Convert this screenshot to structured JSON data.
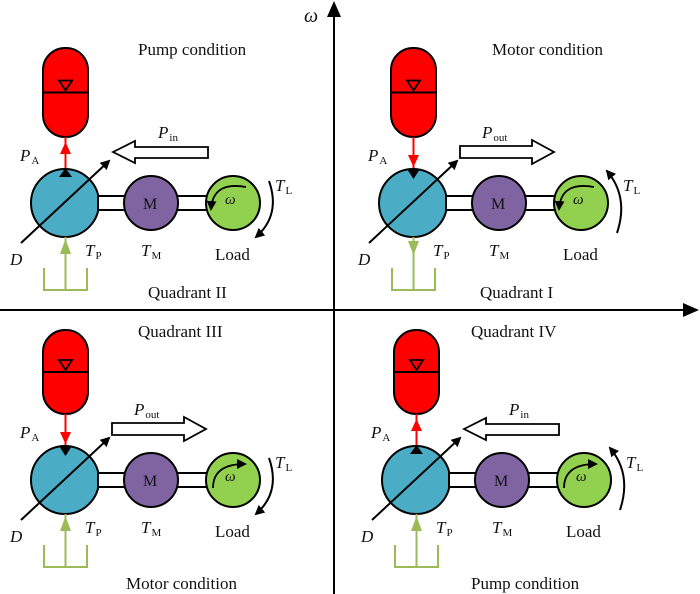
{
  "axes": {
    "vertical_label": "ω",
    "horizontal_label": ""
  },
  "colors": {
    "accumulator": "#ff0000",
    "pump": "#4bacc6",
    "motor": "#8064a2",
    "load": "#92d050",
    "tank": "#9bbb59",
    "pipe_pressure": "#ff0000",
    "stroke": "#000000"
  },
  "quadrants": [
    {
      "id": "II",
      "top_label": "Pump condition",
      "bottom_label": "Quadrant II",
      "power_symbol": "P",
      "power_sub": "in",
      "power_direction": "left",
      "pressure_flow": "up",
      "tank_flow": "up",
      "omega_direction": "ccw",
      "torque_direction": "down",
      "labels": {
        "pa": "P",
        "pa_sub": "A",
        "d": "D",
        "tp": "T",
        "tp_sub": "P",
        "tm": "T",
        "tm_sub": "M",
        "motor": "M",
        "omega": "ω",
        "tl": "T",
        "tl_sub": "L",
        "load": "Load"
      }
    },
    {
      "id": "I",
      "top_label": "Motor condition",
      "bottom_label": "Quadrant I",
      "power_symbol": "P",
      "power_sub": "out",
      "power_direction": "right",
      "pressure_flow": "down",
      "tank_flow": "down",
      "omega_direction": "ccw",
      "torque_direction": "up",
      "labels": {
        "pa": "P",
        "pa_sub": "A",
        "d": "D",
        "tp": "T",
        "tp_sub": "P",
        "tm": "T",
        "tm_sub": "M",
        "motor": "M",
        "omega": "ω",
        "tl": "T",
        "tl_sub": "L",
        "load": "Load"
      }
    },
    {
      "id": "III",
      "top_label": "Quadrant III",
      "bottom_label": "Motor condition",
      "power_symbol": "P",
      "power_sub": "out",
      "power_direction": "right",
      "pressure_flow": "down",
      "tank_flow": "up",
      "omega_direction": "cw",
      "torque_direction": "down",
      "labels": {
        "pa": "P",
        "pa_sub": "A",
        "d": "D",
        "tp": "T",
        "tp_sub": "P",
        "tm": "T",
        "tm_sub": "M",
        "motor": "M",
        "omega": "ω",
        "tl": "T",
        "tl_sub": "L",
        "load": "Load"
      }
    },
    {
      "id": "IV",
      "top_label": "Quadrant IV",
      "bottom_label": "Pump condition",
      "power_symbol": "P",
      "power_sub": "in",
      "power_direction": "left",
      "pressure_flow": "up",
      "tank_flow": "up",
      "omega_direction": "cw",
      "torque_direction": "up",
      "labels": {
        "pa": "P",
        "pa_sub": "A",
        "d": "D",
        "tp": "T",
        "tp_sub": "P",
        "tm": "T",
        "tm_sub": "M",
        "motor": "M",
        "omega": "ω",
        "tl": "T",
        "tl_sub": "L",
        "load": "Load"
      }
    }
  ]
}
